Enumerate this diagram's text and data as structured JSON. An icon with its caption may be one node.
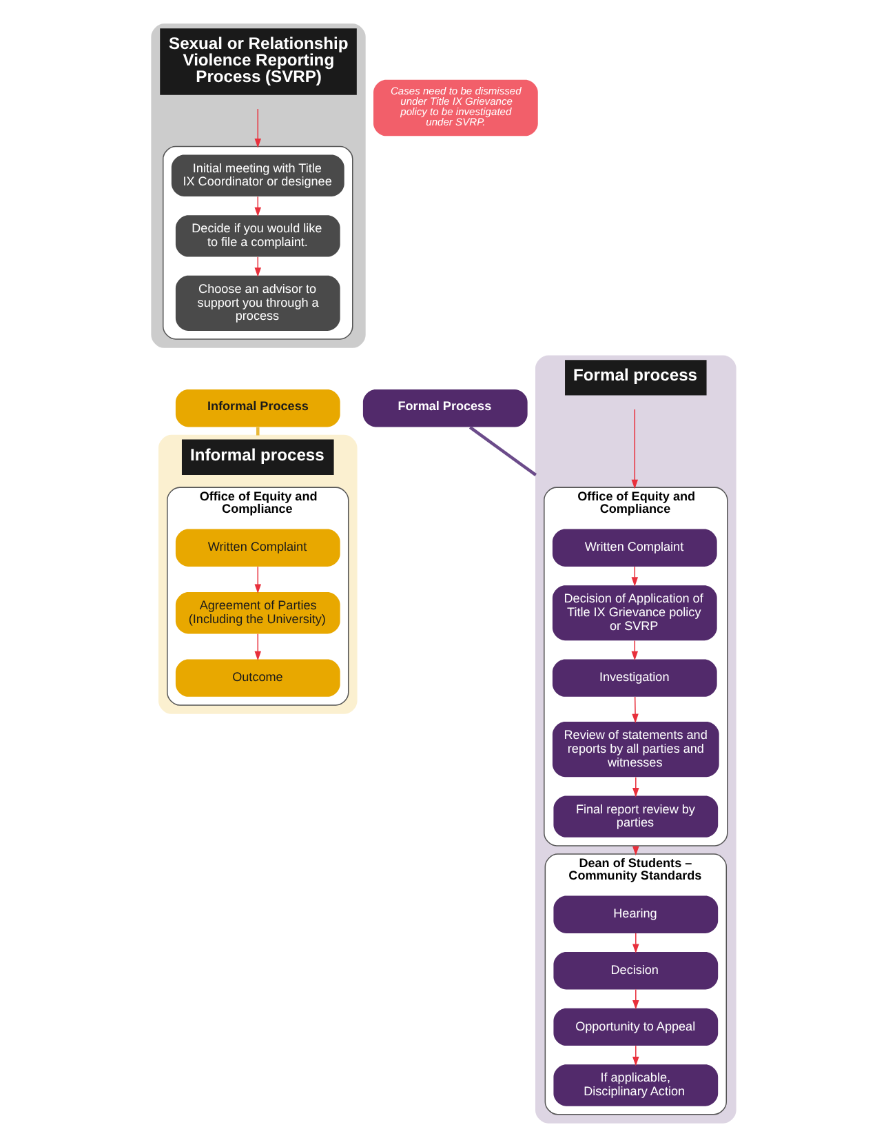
{
  "diagram": {
    "nodes": [
      {
        "text": [
          "Sexual or Relationship Violence Reporting Process (SVRP)"
        ]
      },
      {
        "text": [],
        "shape": "box",
        "in": 0
      },
      {
        "text": [
          "Initial meeting with Title IX Coordinator or designee"
        ],
        "in": 1
      },
      {
        "text": [
          "Decide if you would like to file a complaint."
        ],
        "in": 1
      },
      {
        "text": [
          "Choose an advisor to support you through a process"
        ],
        "in": 1
      },
      {
        "text": [
          "Informal Process"
        ]
      },
      {
        "text": [
          "Formal Process"
        ]
      },
      {
        "text": [
          "Formal process"
        ]
      },
      {
        "text": [
          "Office of Equity and Compliance"
        ],
        "in": 7
      },
      {
        "text": [
          "Written Complaint"
        ],
        "in": 8
      },
      {
        "text": [
          "Decision of Application of Title IX Grievance policy or SVRP"
        ],
        "in": 8
      },
      {
        "text": [
          "Investigation"
        ],
        "in": 8
      },
      {
        "text": [
          "Review of statements and reports by all parties and witnesses"
        ],
        "in": 8
      },
      {
        "text": [
          "Final report review by parties"
        ],
        "in": 8
      },
      {
        "text": [
          "Dean of Students – Community Standards"
        ],
        "in": 7
      },
      {
        "text": [
          "Hearing"
        ],
        "in": 14
      },
      {
        "text": [
          "Decision"
        ],
        "in": 14
      },
      {
        "text": [
          "Opportunity to Appeal"
        ],
        "in": 14
      },
      {
        "text": [
          "If applicable, Disciplinary Action"
        ],
        "in": 14
      },
      {
        "text": [
          "Informal process"
        ]
      },
      {
        "text": [
          "Office of Equity and Compliance"
        ],
        "in": 19
      },
      {
        "text": [
          "Written Complaint"
        ],
        "in": 20
      },
      {
        "text": [
          "Agreement of Parties (Including the University)"
        ],
        "in": 20
      },
      {
        "text": [
          "Outcome"
        ],
        "in": 20
      },
      {
        "text": [
          "Cases need to be dismissed under Title IX Grievance policy to be investigated under SVRP."
        ]
      }
    ],
    "edges": [
      {
        "from": null,
        "to": 1,
        "arrow": "to"
      },
      {
        "from": 2,
        "to": 3,
        "arrow": "to"
      },
      {
        "from": 3,
        "to": 4,
        "arrow": "to"
      },
      {
        "from": 6,
        "to": 7,
        "arrow": "none",
        "style": "thick",
        "color": "#6b4b8a"
      },
      {
        "from": 5,
        "to": 19,
        "arrow": "none",
        "style": "thick",
        "color": "#e8b838"
      },
      {
        "from": null,
        "to": 8,
        "arrow": "to"
      },
      {
        "from": 9,
        "to": 10,
        "arrow": "to"
      },
      {
        "from": 10,
        "to": 11,
        "arrow": "to"
      },
      {
        "from": 11,
        "to": 12,
        "arrow": "to"
      },
      {
        "from": 12,
        "to": 13,
        "arrow": "to"
      },
      {
        "from": 8,
        "to": 14,
        "arrow": "to"
      },
      {
        "from": 15,
        "to": 16,
        "arrow": "to"
      },
      {
        "from": 16,
        "to": 17,
        "arrow": "to"
      },
      {
        "from": 17,
        "to": 18,
        "arrow": "to"
      },
      {
        "from": 21,
        "to": 22,
        "arrow": "to"
      },
      {
        "from": 22,
        "to": 23,
        "arrow": "to"
      }
    ]
  }
}
